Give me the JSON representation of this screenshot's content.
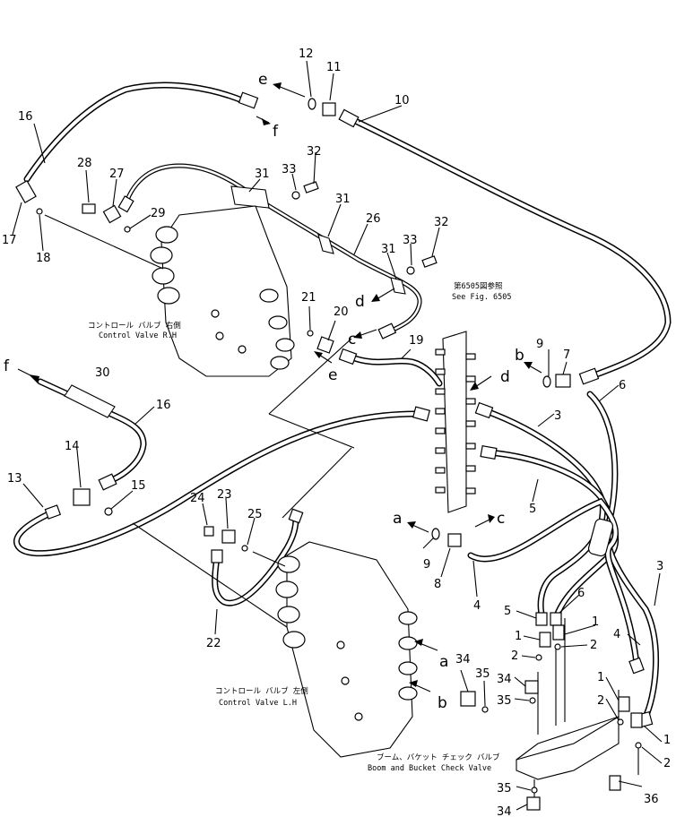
{
  "labels": {
    "p1": "1",
    "p2": "2",
    "p3": "3",
    "p4": "4",
    "p5": "5",
    "p6": "6",
    "p7": "7",
    "p8": "8",
    "p9": "9",
    "p10": "10",
    "p11": "11",
    "p12": "12",
    "p13": "13",
    "p14": "14",
    "p15": "15",
    "p16": "16",
    "p17": "17",
    "p18": "18",
    "p19": "19",
    "p20": "20",
    "p21": "21",
    "p22": "22",
    "p23": "23",
    "p24": "24",
    "p25": "25",
    "p26": "26",
    "p27": "27",
    "p28": "28",
    "p29": "29",
    "p30": "30",
    "p31": "31",
    "p32": "32",
    "p33": "33",
    "p34": "34",
    "p35": "35",
    "p36": "36"
  },
  "letters": {
    "a": "a",
    "b": "b",
    "c": "c",
    "d": "d",
    "e": "e",
    "f": "f"
  },
  "notes": {
    "cv_rh_jp": "コントロール バルブ 右側",
    "cv_rh_en": "Control Valve R.H",
    "fig_jp": "第6505図参照",
    "fig_en": "See Fig. 6505",
    "cv_lh_jp": "コントロール バルブ 左側",
    "cv_lh_en": "Control Valve L.H",
    "cv_check_jp": "ブーム、バケット チェック バルブ",
    "cv_check_en": "Boom and Bucket Check Valve"
  }
}
